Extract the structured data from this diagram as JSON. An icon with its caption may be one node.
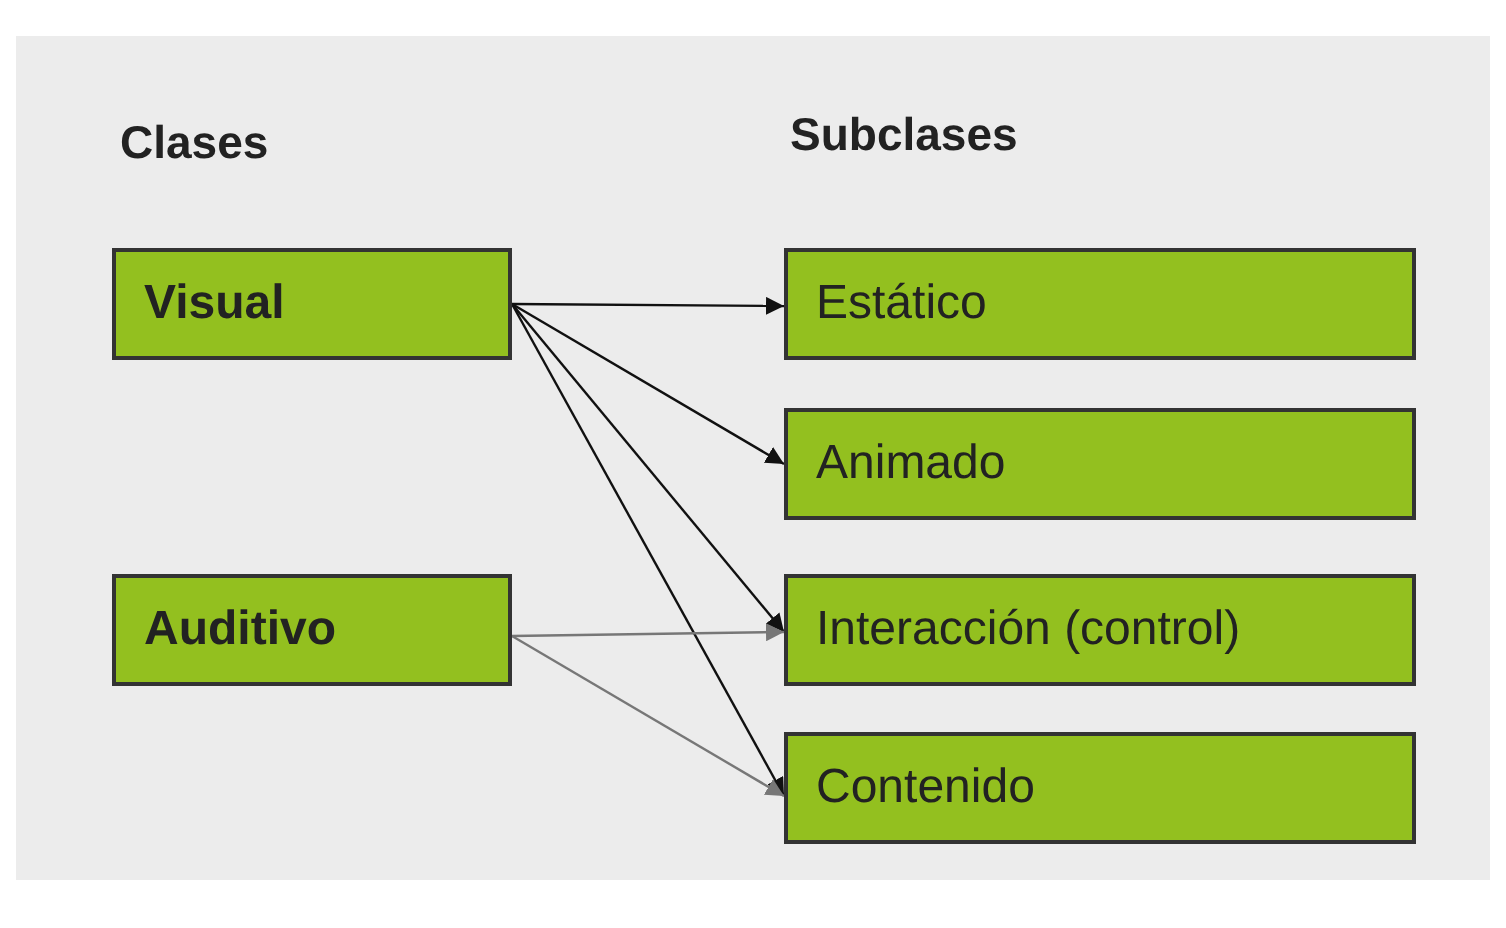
{
  "diagram": {
    "nodes": [
      {
        "text": [
          "Visual"
        ]
      },
      {
        "text": [
          "Auditivo"
        ]
      },
      {
        "text": [
          "Estático"
        ]
      },
      {
        "text": [
          "Animado"
        ]
      },
      {
        "text": [
          "Interacción (control)"
        ]
      },
      {
        "text": [
          "Contenido"
        ]
      }
    ],
    "edges": [
      {
        "from": 0,
        "to": 2,
        "arrow": "to"
      },
      {
        "from": 0,
        "to": 3,
        "arrow": "to"
      },
      {
        "from": 0,
        "to": 4,
        "arrow": "to"
      },
      {
        "from": 0,
        "to": 5,
        "arrow": "to"
      },
      {
        "from": 1,
        "to": 4,
        "arrow": "to",
        "color": "#777777"
      },
      {
        "from": 1,
        "to": 5,
        "arrow": "to",
        "color": "#777777"
      }
    ],
    "labels": [
      "Clases",
      "Subclases"
    ]
  }
}
